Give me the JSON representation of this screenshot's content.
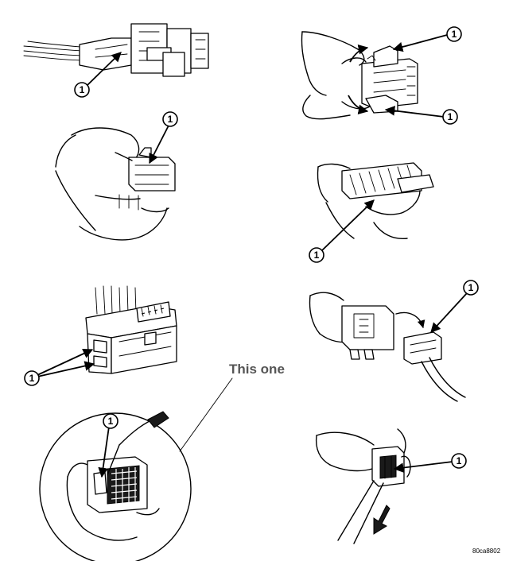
{
  "callouts": {
    "p1": "1",
    "p2": "1",
    "p3": "1",
    "p4a": "1",
    "p4b": "1",
    "p5": "1",
    "p6": "1",
    "p7": "1"
  },
  "annotation": "This one",
  "figure_id": "80ca8802"
}
